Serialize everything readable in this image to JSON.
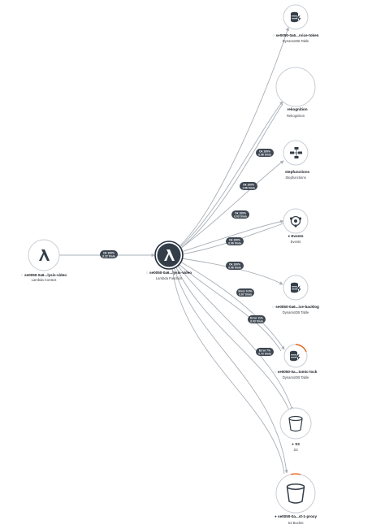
{
  "colors": {
    "edge": "#a9b0b8",
    "badge_bg": "#3d4651",
    "node_border": "#c9ced4",
    "selected_border": "#232f3e",
    "warning_arc": "#e8641b",
    "icon_dark": "#333e48"
  },
  "nodes": [
    {
      "id": "lambda-context",
      "label": "se0050-0a6...lysis-video",
      "type": "Lambda Context",
      "icon": "lambda-icon",
      "status": "ok"
    },
    {
      "id": "lambda-function",
      "label": "se0050-0a6...lysis-video",
      "type": "Lambda Function",
      "icon": "lambda-icon",
      "status": "ok"
    },
    {
      "id": "dynamo-service-token",
      "label": "se0050-0a6...rvice-token",
      "type": "DynamoDB Table",
      "icon": "dynamodb-icon",
      "status": "ok"
    },
    {
      "id": "rekognition",
      "label": "rekognition",
      "type": "Rekognition",
      "icon": "",
      "status": "ok"
    },
    {
      "id": "stepfunctions",
      "label": "stepfunctions",
      "type": "Stepfunctions",
      "icon": "stepfunctions-icon",
      "status": "ok"
    },
    {
      "id": "events",
      "label": "Events",
      "type": "Events",
      "icon": "events-icon",
      "status": "ok"
    },
    {
      "id": "dynamo-backlog",
      "label": "se0050-0a6...ice-backlog",
      "type": "DynamoDB Table",
      "icon": "dynamodb-icon",
      "status": "ok"
    },
    {
      "id": "dynamo-lock",
      "label": "se0050-0a...tomic-lock",
      "type": "DynamoDB Table",
      "icon": "dynamodb-icon",
      "status": "warning"
    },
    {
      "id": "s3",
      "label": "S3",
      "type": "S3",
      "icon": "bucket-icon",
      "status": "ok"
    },
    {
      "id": "s3-bucket",
      "label": "se0050-0a...st-1-proxy",
      "type": "S3 Bucket",
      "icon": "bucket-icon",
      "status": "warning"
    }
  ],
  "edges": [
    {
      "from": "lambda-context",
      "to": "lambda-function",
      "line1": "Ok 100%",
      "line2": "0.22 t/min"
    },
    {
      "from": "lambda-function",
      "to": "rekognition",
      "line1": "Ok 100%",
      "line2": "0.06 t/min"
    },
    {
      "from": "lambda-function",
      "to": "stepfunctions",
      "line1": "Ok 100%",
      "line2": "1.66 t/min"
    },
    {
      "from": "lambda-function",
      "to": "events",
      "line1": "Ok 100%",
      "line2": "0.03 t/min"
    },
    {
      "from": "lambda-function",
      "to": "events",
      "line1": "Ok 100%",
      "line2": "0.06 t/min"
    },
    {
      "from": "lambda-function",
      "to": "dynamo-backlog",
      "line1": "Ok 100%",
      "line2": "0.06 t/min"
    },
    {
      "from": "lambda-function",
      "to": "dynamo-lock",
      "line1": "Error 0.0%",
      "line2": "0.07 t/min"
    },
    {
      "from": "lambda-function",
      "to": "dynamo-lock",
      "line1": "Error 11%",
      "line2": "0.03 t/min"
    },
    {
      "from": "lambda-function",
      "to": "s3",
      "line1": "Error 7%",
      "line2": "0.72 t/min"
    }
  ]
}
